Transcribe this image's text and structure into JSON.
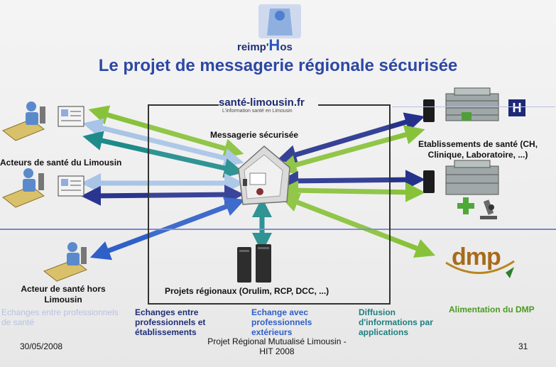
{
  "header": {
    "logo_text": "reimp'Hos",
    "title": "Le projet de messagerie régionale sécurisée"
  },
  "hub": {
    "portal_name": "santé-limousin.fr",
    "portal_tagline": "L'information santé en Limousin",
    "label": "Messagerie sécurisée"
  },
  "nodes": {
    "acteurs": "Acteurs de santé du Limousin",
    "hors": "Acteur de santé hors Limousin",
    "etablissements": "Etablissements de santé (CH, Clinique, Laboratoire, ...)",
    "projets": "Projets régionaux (Orulim, RCP, DCC, ...)",
    "dmp_logo": "dmp"
  },
  "captions": {
    "c1": "Echanges entre professionnels de santé",
    "c2": "Echanges entre professionnels et établissements",
    "c3": "Echange avec professionnels extérieurs",
    "c4": "Diffusion d'informations par applications",
    "c5": "Alimentation du DMP"
  },
  "footer": {
    "date": "30/05/2008",
    "project": "Projet Régional Mutualisé Limousin - HIT 2008",
    "page": "31"
  },
  "colors": {
    "navy": "#2a3590",
    "green": "#7fb82a",
    "teal": "#1f8a8a",
    "light_blue": "#a9c6e8"
  }
}
